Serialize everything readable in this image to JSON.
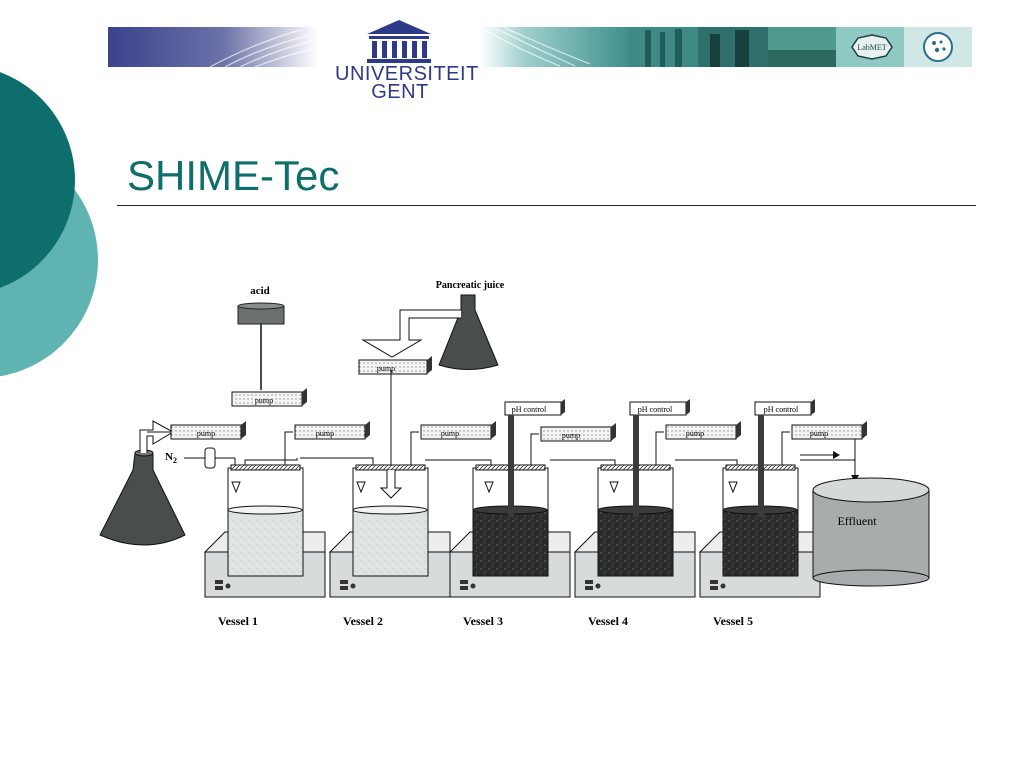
{
  "header": {
    "university_line1": "UNIVERSITEIT",
    "university_line2": "GENT",
    "badge_label": "LabMET"
  },
  "slide": {
    "title": "SHIME-Tec"
  },
  "diagram": {
    "labels": {
      "acid": "acid",
      "pancreatic_juice": "Pancreatic juice",
      "pump": "pump",
      "ph_control": "pH control",
      "n2": "N",
      "n2_sub": "2",
      "effluent": "Effluent"
    },
    "vessels": [
      "Vessel 1",
      "Vessel 2",
      "Vessel 3",
      "Vessel 4",
      "Vessel 5"
    ],
    "colors": {
      "light_liquid": "#e0e3e3",
      "dark_liquid": "#2b2d2d",
      "flask": "#4a4d4d",
      "accent": "#0e6e6b",
      "accent_light": "#5fb3b0"
    }
  }
}
